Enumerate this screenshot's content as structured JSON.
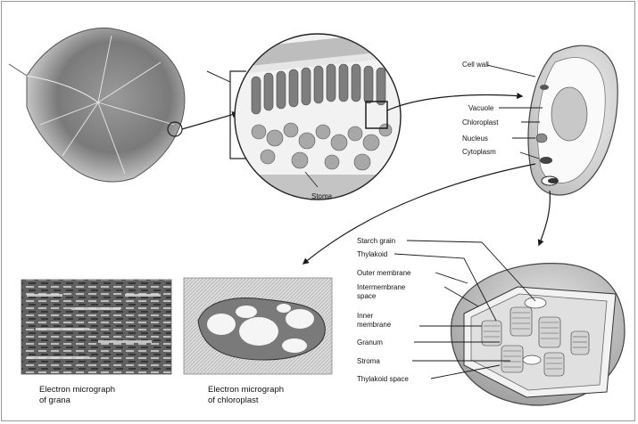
{
  "labels": {
    "stoma": "Stoma",
    "cell_wall": "Cell wall",
    "vacuole": "Vacuole",
    "chloroplast": "Chloroplast",
    "nucleus": "Nucleus",
    "cytoplasm": "Cytoplasm",
    "starch_grain": "Starch  grain",
    "thylakoid": "Thylakoid",
    "outer_membrane": "Outer membrane",
    "intermembrane_1": "Intermembrane",
    "intermembrane_2": "space",
    "inner_membrane_1": "Inner",
    "inner_membrane_2": "membrane",
    "granum": "Granum",
    "stroma": "Stroma",
    "thylakoid_space": "Thylakoid space"
  },
  "captions": {
    "grana_1": "Electron micrograph",
    "grana_2": "of grana",
    "chloroplast_1": "Electron micrograph",
    "chloroplast_2": "of chloroplast"
  },
  "colors": {
    "line": "#1a1a1a",
    "leaf_dark": "#6e6e6e",
    "leaf_light": "#cfcfcf",
    "tissue": "#8c8c8c"
  }
}
